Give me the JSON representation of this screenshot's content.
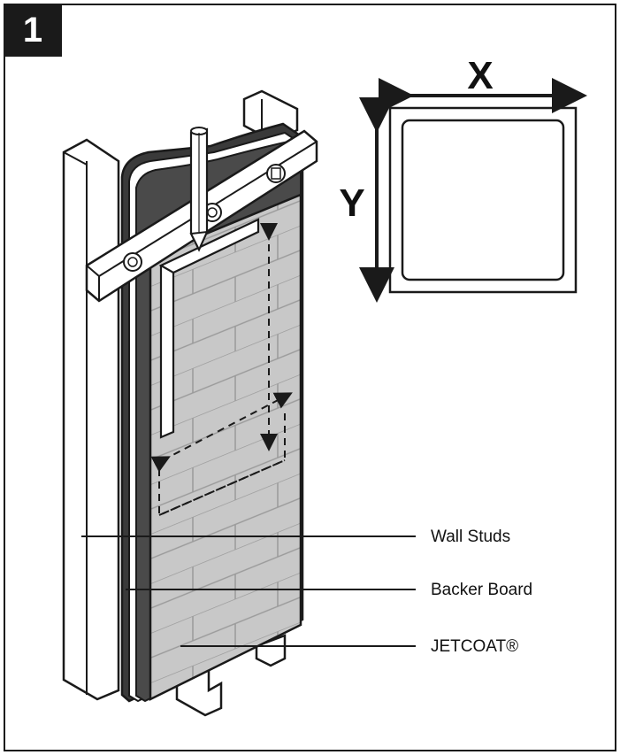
{
  "step": {
    "number": "1"
  },
  "dimensions": {
    "width_label": "X",
    "height_label": "Y"
  },
  "labels": {
    "wall_studs": "Wall Studs",
    "backer_board": "Backer Board",
    "jetcoat": "JETCOAT®"
  },
  "colors": {
    "ink": "#1a1a1a",
    "coat": "#c8c8c8",
    "coat_edge": "#8f8f8f",
    "background": "#ffffff"
  }
}
